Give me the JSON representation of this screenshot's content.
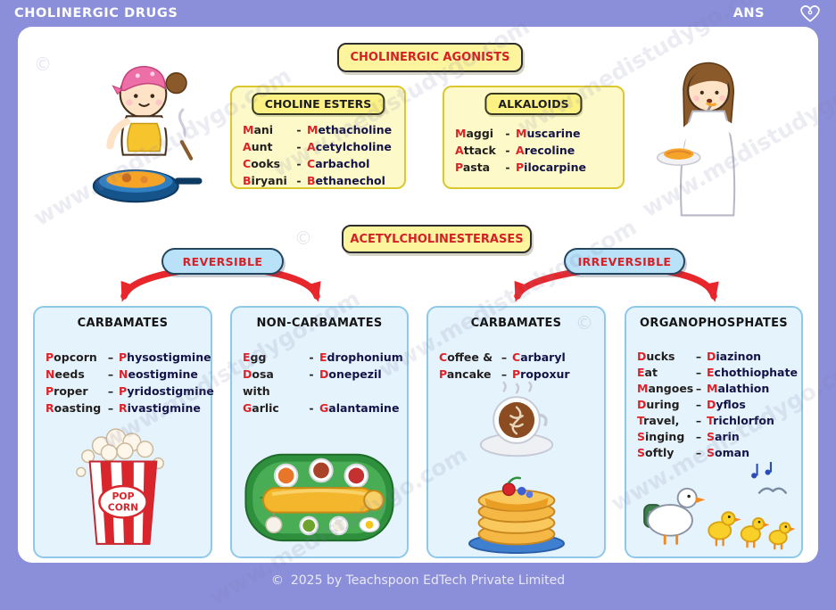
{
  "page": {
    "title": "CHOLINERGIC DRUGS",
    "corner": "ANS",
    "watermark": "www.medistudygo.com",
    "footer": {
      "copyright": "©",
      "text": "2025 by Teachspoon EdTech Private Limited"
    }
  },
  "colors": {
    "background": "#8b8fd9",
    "badge_yellow": "#fdf59d",
    "group_box_yellow": "#fdf9c8",
    "pill_blue": "#b9e2f8",
    "bottom_box_blue": "#e5f3fc",
    "accent_red": "#d42127",
    "mnemonic_letter_red": "#e02128",
    "drug_navy": "#131347"
  },
  "agonists": {
    "title": "CHOLINERGIC AGONISTS",
    "groups": [
      {
        "title": "CHOLINE ESTERS",
        "items": [
          {
            "m": "Mani",
            "sep": "-",
            "d": "Methacholine"
          },
          {
            "m": "Aunt",
            "sep": "-",
            "d": "Acetylcholine"
          },
          {
            "m": "Cooks",
            "sep": "-",
            "d": "Carbachol"
          },
          {
            "m": "Biryani",
            "sep": "-",
            "d": "Bethanechol"
          }
        ]
      },
      {
        "title": "ALKALOIDS",
        "items": [
          {
            "m": "Maggi",
            "sep": "-",
            "d": "Muscarine"
          },
          {
            "m": "Attack",
            "sep": "-",
            "d": "Arecoline"
          },
          {
            "m": "Pasta",
            "sep": "-",
            "d": "Pilocarpine"
          }
        ]
      }
    ]
  },
  "esterases": {
    "title": "ACETYLCHOLINESTERASES",
    "reversible_label": "REVERSIBLE",
    "irreversible_label": "IRREVERSIBLE",
    "boxes": [
      {
        "title": "CARBAMATES",
        "illustration": "popcorn-box",
        "label_top": "POP",
        "label_bottom": "CORN",
        "items": [
          {
            "m": "Popcorn",
            "sep": "–",
            "d": "Physostigmine"
          },
          {
            "m": "Needs",
            "sep": "–",
            "d": "Neostigmine"
          },
          {
            "m": "Proper",
            "sep": "–",
            "d": "Pyridostigmine"
          },
          {
            "m": "Roasting",
            "sep": "–",
            "d": "Rivastigmine"
          }
        ]
      },
      {
        "title": "NON-CARBAMATES",
        "illustration": "dosa-platter",
        "items": [
          {
            "m": "Egg",
            "sep": "-",
            "d": "Edrophonium"
          },
          {
            "m": "Dosa with",
            "sep": "-",
            "d": "Donepezil"
          },
          {
            "m": "Garlic",
            "sep": "-",
            "d": "Galantamine"
          }
        ]
      },
      {
        "title": "CARBAMATES",
        "illustration": "coffee-and-pancakes",
        "items": [
          {
            "m": "Coffee &",
            "sep": "–",
            "d": "Carbaryl"
          },
          {
            "m": "Pancake",
            "sep": "–",
            "d": "Propoxur"
          }
        ]
      },
      {
        "title": "ORGANOPHOSPHATES",
        "illustration": "ducks-family",
        "items": [
          {
            "m": "Ducks",
            "sep": "–",
            "d": "Diazinon"
          },
          {
            "m": "Eat",
            "sep": "–",
            "d": "Echothiophate"
          },
          {
            "m": "Mangoes",
            "sep": "–",
            "d": "Malathion"
          },
          {
            "m": "During",
            "sep": "–",
            "d": "Dyflos"
          },
          {
            "m": "Travel,",
            "sep": "–",
            "d": "Trichlorfon"
          },
          {
            "m": "Singing",
            "sep": "–",
            "d": "Sarin"
          },
          {
            "m": "Softly",
            "sep": "–",
            "d": "Soman"
          }
        ]
      }
    ]
  }
}
